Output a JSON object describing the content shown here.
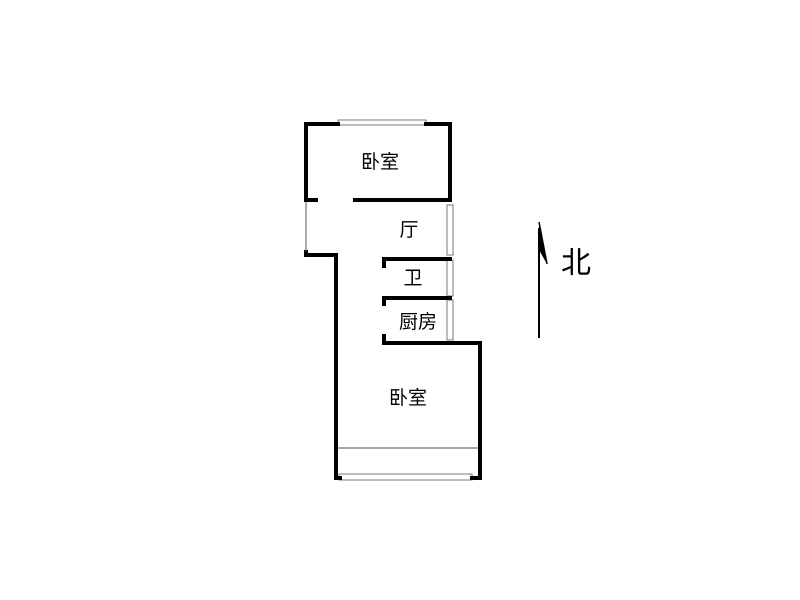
{
  "floorplan": {
    "rooms": {
      "bedroom_north": "卧室",
      "living_room": "厅",
      "bathroom": "卫",
      "kitchen": "厨房",
      "bedroom_south": "卧室"
    },
    "compass": {
      "label": "北"
    }
  }
}
